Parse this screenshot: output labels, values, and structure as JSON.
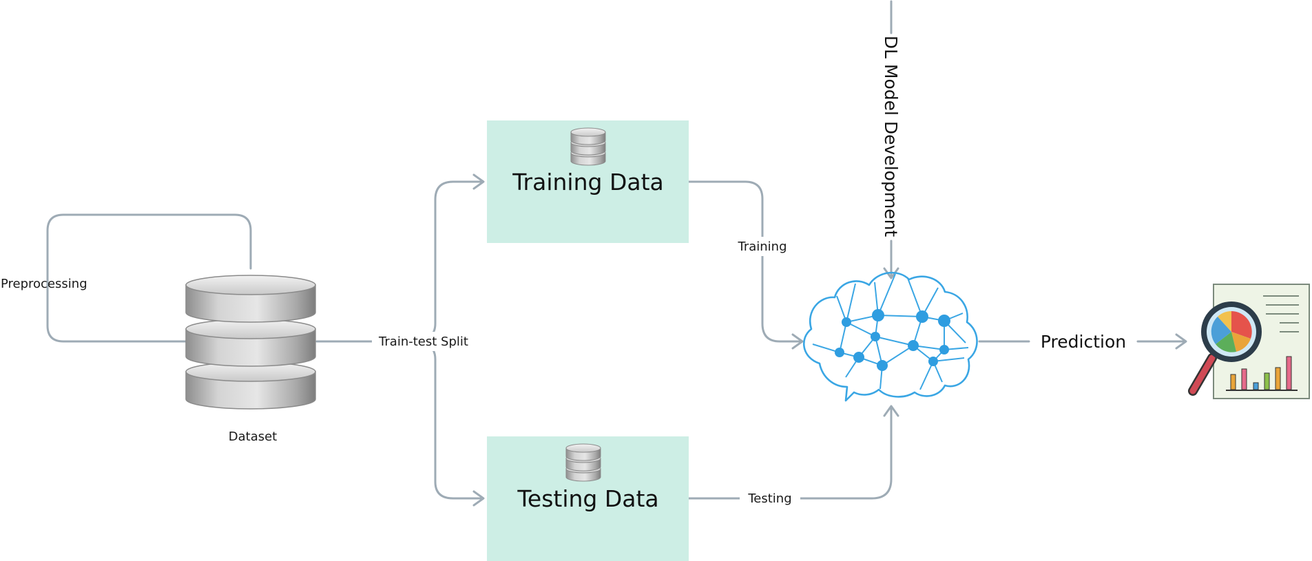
{
  "nodes": {
    "dataset": "Dataset",
    "training_data": "Training Data",
    "testing_data": "Testing Data"
  },
  "edges": {
    "preprocessing": "Preprocessing",
    "train_test_split": "Train-test Split",
    "training": "Training",
    "testing": "Testing",
    "dl_model_development": "DL Model Development",
    "prediction": "Prediction"
  },
  "colors": {
    "box_fill": "#cdeee5",
    "connector": "#9eabb5",
    "brain": "#3aa6e4"
  },
  "icons": {
    "dataset": "database-icon",
    "training": "database-icon",
    "testing": "database-icon",
    "model": "brain-network-icon",
    "prediction": "report-magnifier-chart-icon"
  }
}
